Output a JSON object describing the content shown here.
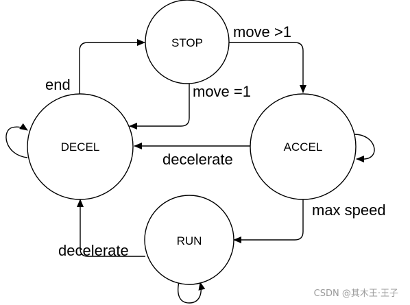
{
  "states": {
    "stop": "STOP",
    "decel": "DECEL",
    "accel": "ACCEL",
    "run": "RUN"
  },
  "transitions": {
    "stop_to_accel": "move >1",
    "stop_to_decel": "move =1",
    "decel_to_stop": "end",
    "accel_to_decel": "decelerate",
    "accel_to_run": "max speed",
    "run_to_decel": "decelerate"
  },
  "watermark": "CSDN @其木王·王子"
}
